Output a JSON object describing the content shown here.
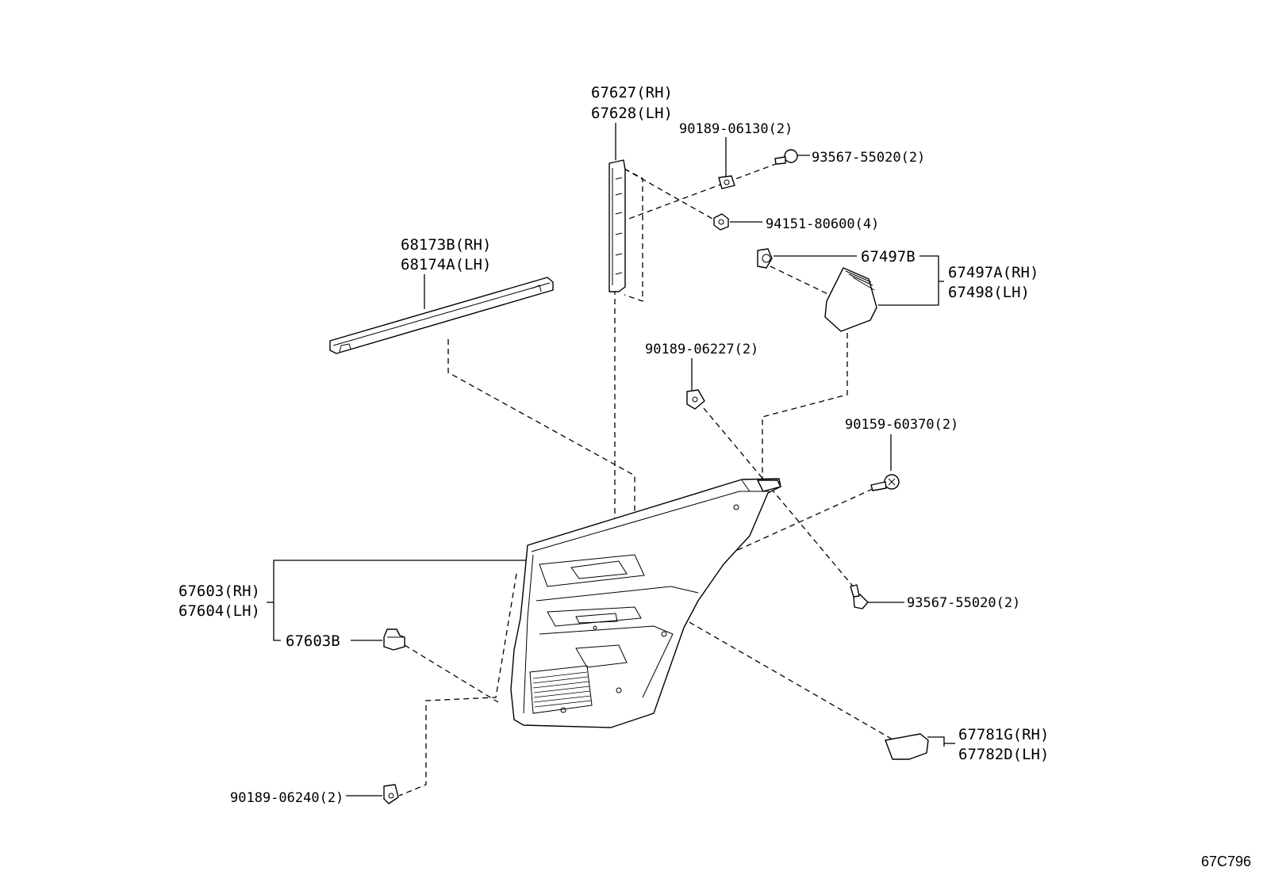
{
  "labels": {
    "l67627": "67627(RH)",
    "l67628": "67628(LH)",
    "l90189_06130": "90189-06130(2)",
    "l93567_top": "93567-55020(2)",
    "l94151": "94151-80600(4)",
    "l67497b": "67497B",
    "l67497a": "67497A(RH)",
    "l67498": "67498(LH)",
    "l68173b": "68173B(RH)",
    "l68174a": "68174A(LH)",
    "l90189_06227": "90189-06227(2)",
    "l90159": "90159-60370(2)",
    "l67603": "67603(RH)",
    "l67604": "67604(LH)",
    "l67603b": "67603B",
    "l93567_bottom": "93567-55020(2)",
    "l67781g": "67781G(RH)",
    "l67782d": "67782D(LH)",
    "l90189_06240": "90189-06240(2)",
    "ref": "67C796"
  }
}
